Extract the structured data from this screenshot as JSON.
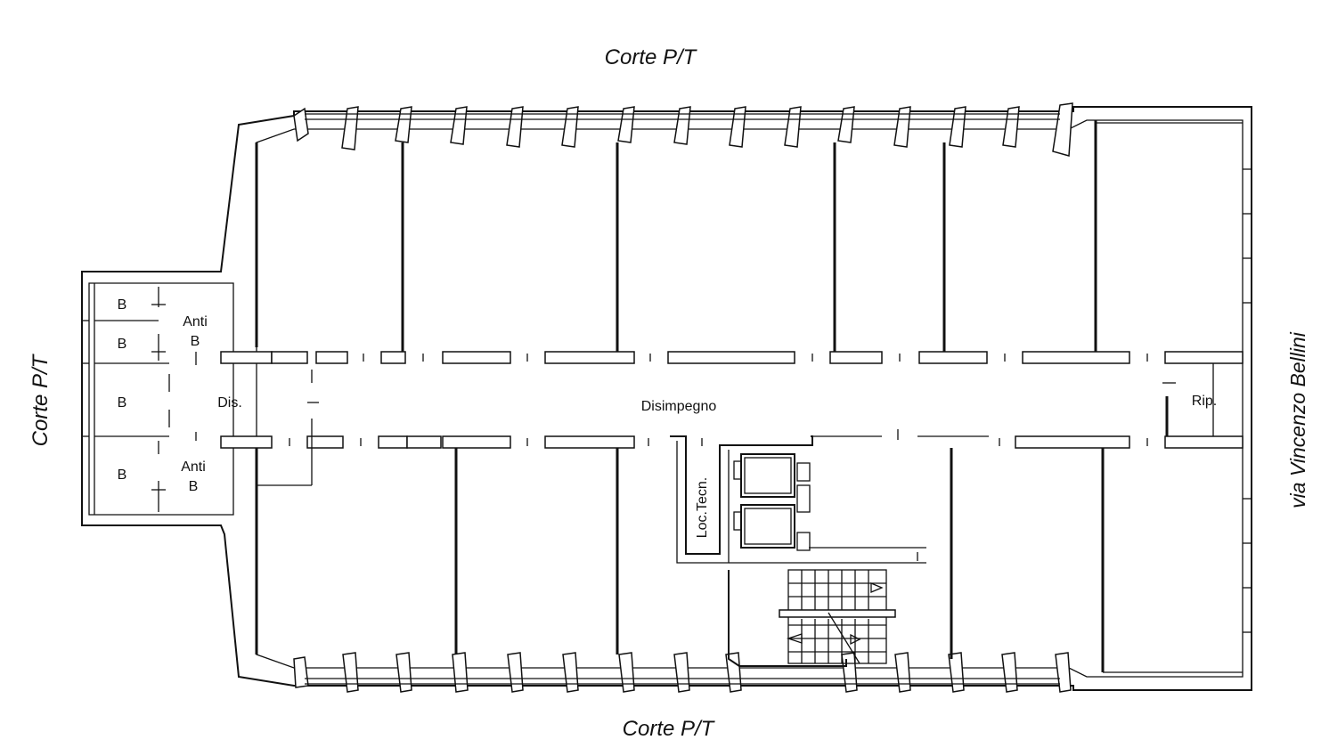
{
  "labels": {
    "court_top": "Corte P/T",
    "court_bottom": "Corte P/T",
    "court_left": "Corte P/T",
    "street_right": "via Vincenzo Bellini",
    "corridor": "Disimpegno",
    "small_corridor": "Dis.",
    "storage": "Rip.",
    "tech_room": "Loc.Tecn.",
    "bath_1": "B",
    "bath_2": "B",
    "bath_3": "B",
    "bath_4": "B",
    "anti_top_line1": "Anti",
    "anti_top_line2": "B",
    "anti_bottom_line1": "Anti",
    "anti_bottom_line2": "B"
  },
  "colors": {
    "line": "#111111",
    "background": "#ffffff"
  }
}
